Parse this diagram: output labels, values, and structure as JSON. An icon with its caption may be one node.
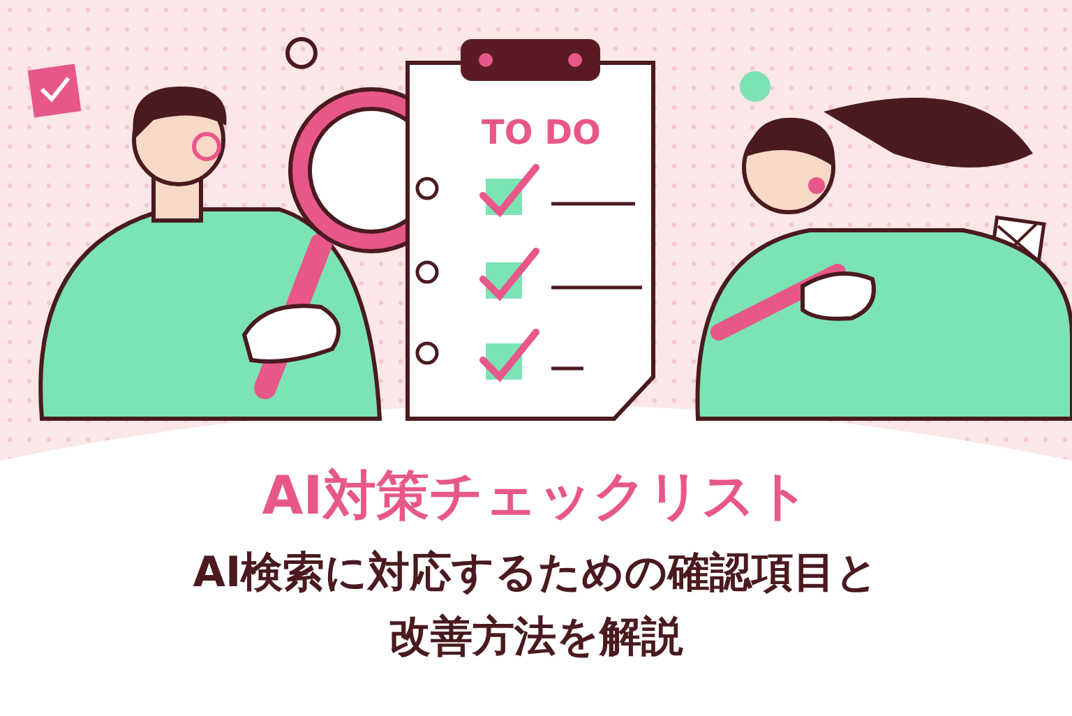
{
  "diagram": {
    "title": "AI対策チェックリスト",
    "caption": "AI検索に対応するための確認項目と改善方法を解説",
    "labels": [
      "TO DO"
    ]
  }
}
